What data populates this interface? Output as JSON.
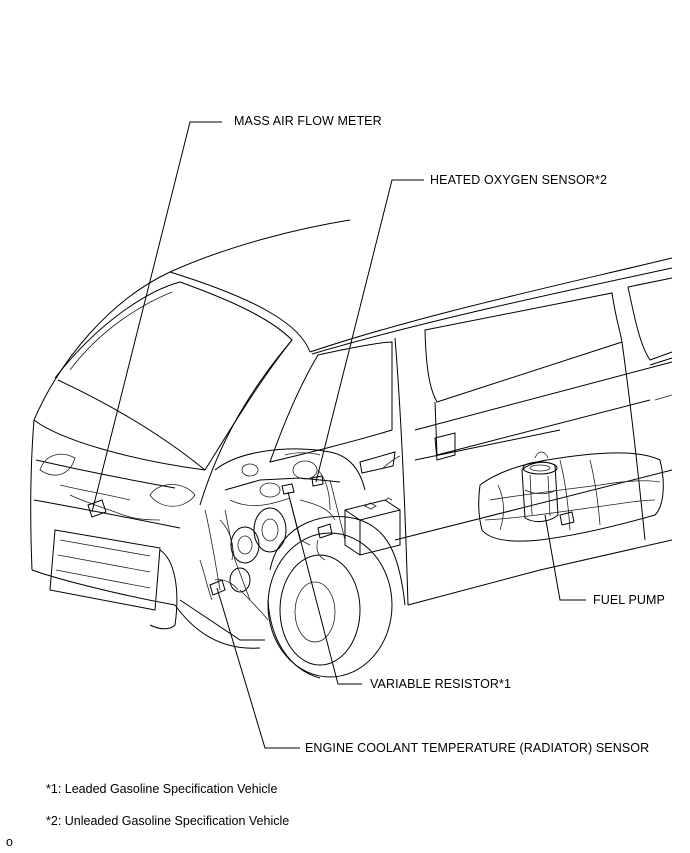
{
  "callouts": {
    "maf": "MASS AIR FLOW METER",
    "o2": "HEATED OXYGEN SENSOR*2",
    "fuel_pump": "FUEL PUMP",
    "var_resistor": "VARIABLE RESISTOR*1",
    "ect": "ENGINE COOLANT TEMPERATURE (RADIATOR) SENSOR"
  },
  "notes": {
    "note1": "*1: Leaded Gasoline Specification Vehicle",
    "note2": "*2: Unleaded Gasoline Specification Vehicle"
  },
  "figure_code": "o"
}
